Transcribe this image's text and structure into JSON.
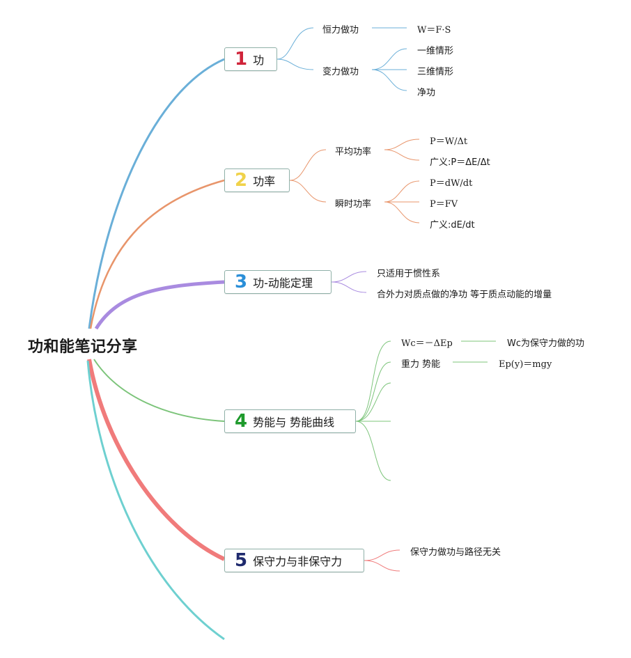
{
  "root": "功和能笔记分享",
  "colors": {
    "t1": "#6aafd8",
    "t2": "#e8956b",
    "t3": "#a98be0",
    "t4": "#7cc47a",
    "t5": "#f07b7b",
    "t6": "#6ed0d0",
    "n1": "#d0243a",
    "n2": "#f0d24a",
    "n3": "#2b8fd8",
    "n4": "#1e9a2c",
    "n5": "#1f2a6e"
  },
  "topics": [
    {
      "num": "1",
      "label": "功",
      "sub": [
        {
          "label": "恒力做功",
          "sub": [
            "W＝F·S"
          ]
        },
        {
          "label": "变力做功",
          "sub": [
            "一维情形",
            "三维情形",
            "净功"
          ]
        }
      ]
    },
    {
      "num": "2",
      "label": "功率",
      "sub": [
        {
          "label": "平均功率",
          "sub": [
            "P＝W/Δt",
            "广义:P＝ΔE/Δt"
          ]
        },
        {
          "label": "瞬时功率",
          "sub": [
            "P＝dW/dt",
            "P＝FV",
            "广义:dE/dt"
          ]
        }
      ]
    },
    {
      "num": "3",
      "label": "功-动能定理",
      "sub": [
        {
          "label": "只适用于惯性系"
        },
        {
          "label": "合外力对质点做的净功 等于质点动能的增量"
        }
      ]
    },
    {
      "num": "4",
      "label": "势能与 势能曲线",
      "sub": [
        {
          "label": "Wc＝－ΔEp",
          "sub": [
            "Wc为保守力做的功"
          ]
        },
        {
          "label": "重力 势能",
          "sub": [
            "Ep(y)＝mgy"
          ]
        }
      ]
    },
    {
      "num": "5",
      "label": "保守力与非保守力",
      "sub": [
        {
          "label": "保守力做功与路径无关"
        }
      ]
    }
  ]
}
